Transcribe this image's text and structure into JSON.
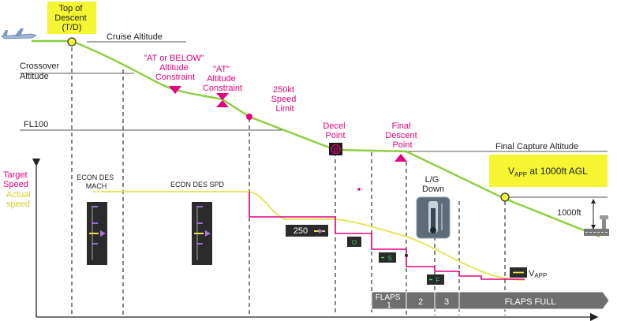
{
  "labels": {
    "tod_line1": "Top of",
    "tod_line2": "Descent",
    "tod_line3": "(T/D)",
    "cruise_altitude": "Cruise Altitude",
    "crossover_line1": "Crossover",
    "crossover_line2": "Altitude",
    "fl100": "FL100",
    "at_or_below_line1": "\"AT or BELOW\"",
    "at_or_below_line2": "Altitude",
    "at_or_below_line3": "Constraint",
    "at_line1": "\"AT\"",
    "at_line2": "Altitude",
    "at_line3": "Constraint",
    "speed_limit_line1": "250kt",
    "speed_limit_line2": "Speed",
    "speed_limit_line3": "Limit",
    "decel_line1": "Decel",
    "decel_line2": "Point",
    "decel_symbol": "D",
    "fdp_line1": "Final",
    "fdp_line2": "Descent",
    "fdp_line3": "Point",
    "final_capture_altitude": "Final Capture Altitude",
    "vapp_box_main": "V",
    "vapp_box_sub": "APP",
    "vapp_box_rest": " at 1000ft AGL",
    "target_speed_line1": "Target",
    "target_speed_line2": "Speed",
    "actual_speed_line1": "Actual",
    "actual_speed_line2": "speed",
    "econ_des_mach_line1": "ECON DES",
    "econ_des_mach_line2": "MACH",
    "econ_des_spd": "ECON DES SPD",
    "speed_250": "250",
    "lg_down_line1": "L/G",
    "lg_down_line2": "Down",
    "height_1000ft": "1000ft",
    "vapp_end_main": "V",
    "vapp_end_sub": "APP",
    "flaps_1_line1": "FLAPS",
    "flaps_1_line2": "1",
    "flaps_2": "2",
    "flaps_3": "3",
    "flaps_full": "FLAPS FULL",
    "tag_o": "O",
    "tag_s": "S",
    "tag_f": "F"
  },
  "colors": {
    "profile_green": "#8ccf3c",
    "magenta": "#e6007e",
    "yellow": "#e3e34a",
    "callout_yellow": "#f5f532",
    "flaps_gray": "#6e6e6e",
    "tape_dark": "#2b2b2b",
    "tag_green": "#2fa84f"
  }
}
